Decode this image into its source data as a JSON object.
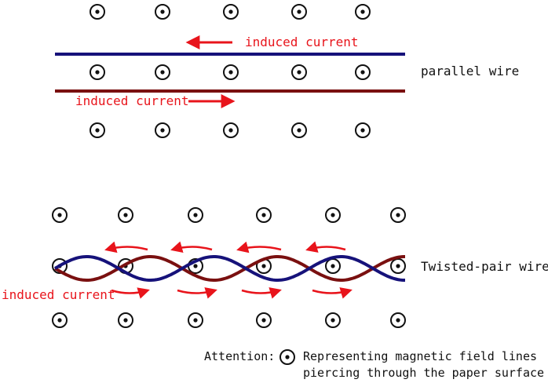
{
  "colors": {
    "blue_wire": "#16127a",
    "red_wire": "#7a1010",
    "arrow_red": "#e8141b",
    "symbol": "#111111"
  },
  "icons": {
    "field_symbol": "magnetic-field-out-of-page-icon",
    "current_arrow": "red-arrow-icon"
  },
  "parallel": {
    "label": "parallel wire",
    "top_current_label": "induced current",
    "bottom_current_label": "induced current"
  },
  "twisted": {
    "label": "Twisted-pair wire",
    "current_label": "induced current"
  },
  "legend": {
    "prefix": "Attention:",
    "line1": "Representing magnetic field lines",
    "line2": "piercing through the paper surface"
  }
}
